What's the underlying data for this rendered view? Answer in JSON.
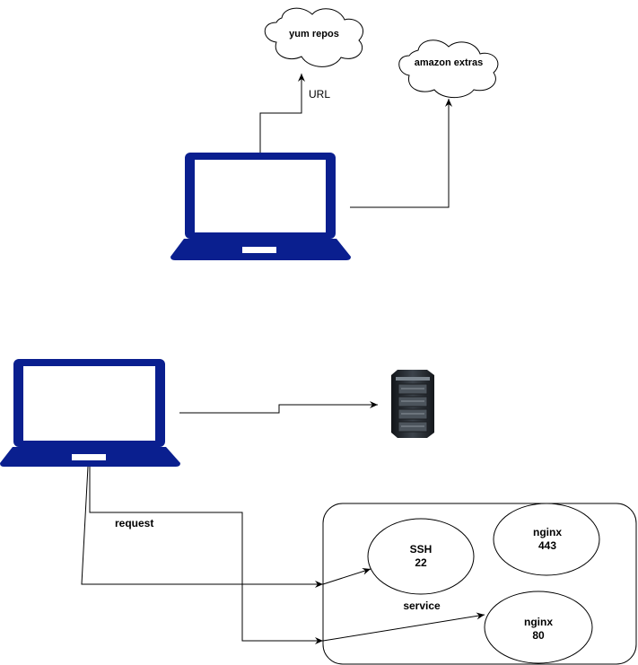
{
  "clouds": [
    {
      "label": "yum repos"
    },
    {
      "label": "amazon extras"
    }
  ],
  "edges": {
    "url": "URL",
    "request": "request"
  },
  "service": {
    "label": "service",
    "nodes": [
      {
        "name": "SSH",
        "port": "22"
      },
      {
        "name": "nginx",
        "port": "443"
      },
      {
        "name": "nginx",
        "port": "80"
      }
    ]
  },
  "colors": {
    "laptop": "#0a1f8f",
    "line": "#000000",
    "server_dark": "#1b1f24",
    "server_light": "#6d7680"
  },
  "icons": [
    "laptop-icon",
    "laptop-icon",
    "cloud-icon",
    "cloud-icon",
    "server-rack-icon"
  ]
}
